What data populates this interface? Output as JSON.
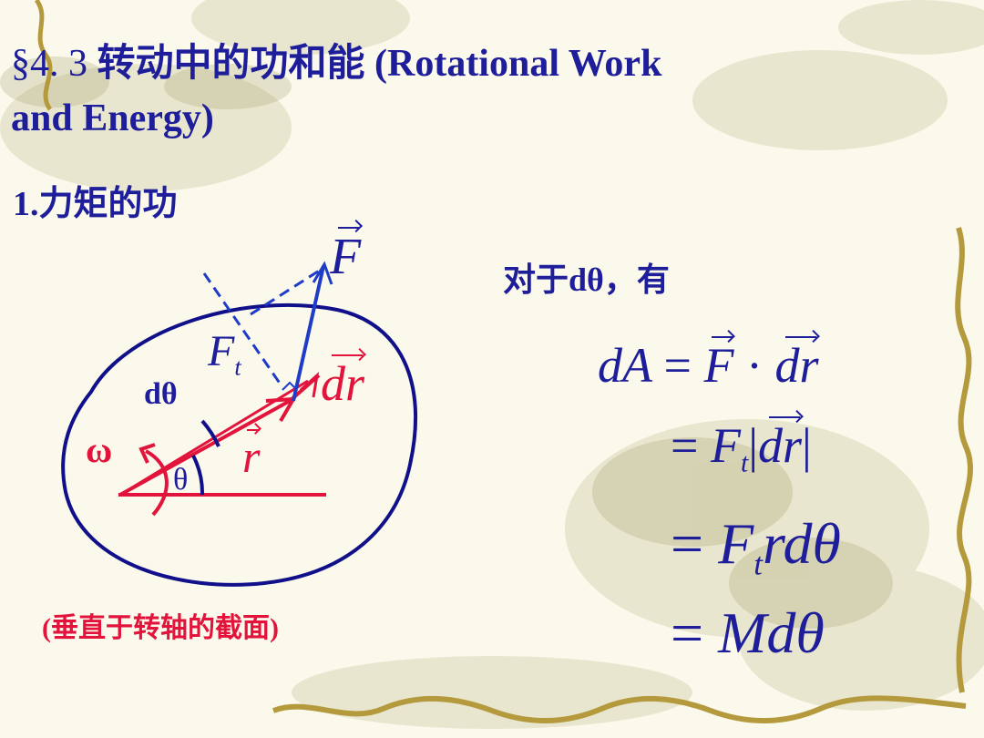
{
  "title": {
    "section_mark": "§4. 3",
    "text_cn": "转动中的功和能",
    "text_en_line1": "(Rotational Work",
    "text_en_line2": "and Energy)"
  },
  "subtitle": "1.力矩的功",
  "intro": "对于dθ，有",
  "diagram": {
    "label_F": "F",
    "label_Ft": "F",
    "label_Ft_sub": "t",
    "label_dr": "dr",
    "label_r": "r",
    "label_dtheta": "dθ",
    "label_omega": "ω",
    "label_theta": "θ"
  },
  "caption": "(垂直于转轴的截面)",
  "equations": {
    "eq1_left": "dA",
    "eq1_eq": "=",
    "eq1_F": "F",
    "eq1_dot": "·",
    "eq1_dr": "dr",
    "eq2_eq": "=",
    "eq2_F": "F",
    "eq2_sub": "t",
    "eq2_bar_l": "|",
    "eq2_dr": "dr",
    "eq2_bar_r": "|",
    "eq3_eq": "=",
    "eq3_F": "F",
    "eq3_sub": "t",
    "eq3_rest": "rdθ",
    "eq4_eq": "=",
    "eq4_rest": "Mdθ"
  },
  "colors": {
    "blue": "#1e1e9a",
    "red": "#e2143c",
    "outline": "#10108a"
  }
}
